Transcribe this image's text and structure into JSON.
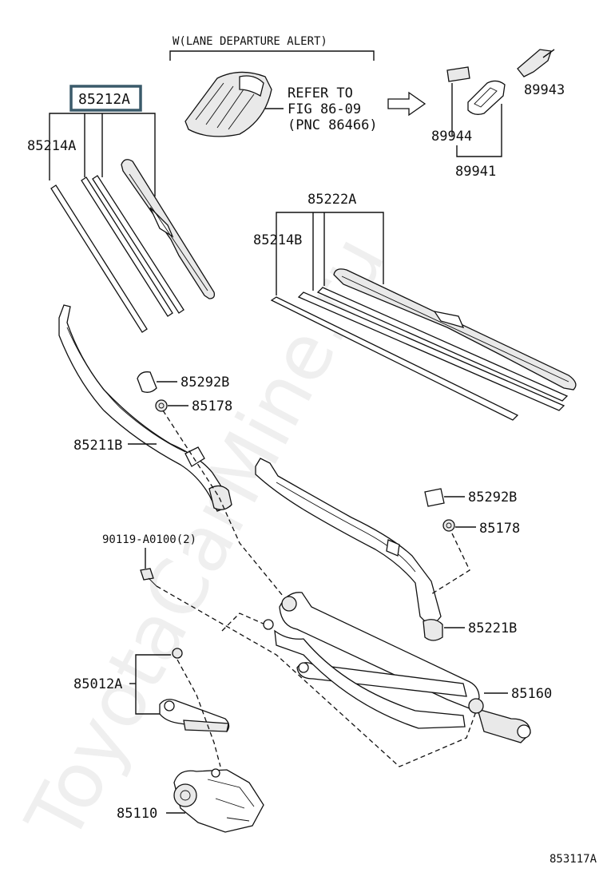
{
  "diagram": {
    "variant_header": "W(LANE DEPARTURE ALERT)",
    "reference_note": [
      "REFER TO",
      "FIG 86-09",
      "(PNC 86466)"
    ],
    "highlighted_part": "85212A",
    "figure_number": "853117A",
    "watermark": "ToyotaCarMine.ru",
    "part_labels": {
      "p85214a": "85214A",
      "p85214b": "85214B",
      "p85222a": "85222A",
      "p89943": "89943",
      "p89944": "89944",
      "p89941": "89941",
      "p85292b_1": "85292B",
      "p85178_1": "85178",
      "p85211b": "85211B",
      "p85292b_2": "85292B",
      "p85178_2": "85178",
      "p90119": "90119-A0100(2)",
      "p85221b": "85221B",
      "p85160": "85160",
      "p85012a": "85012A",
      "p85110": "85110"
    }
  }
}
